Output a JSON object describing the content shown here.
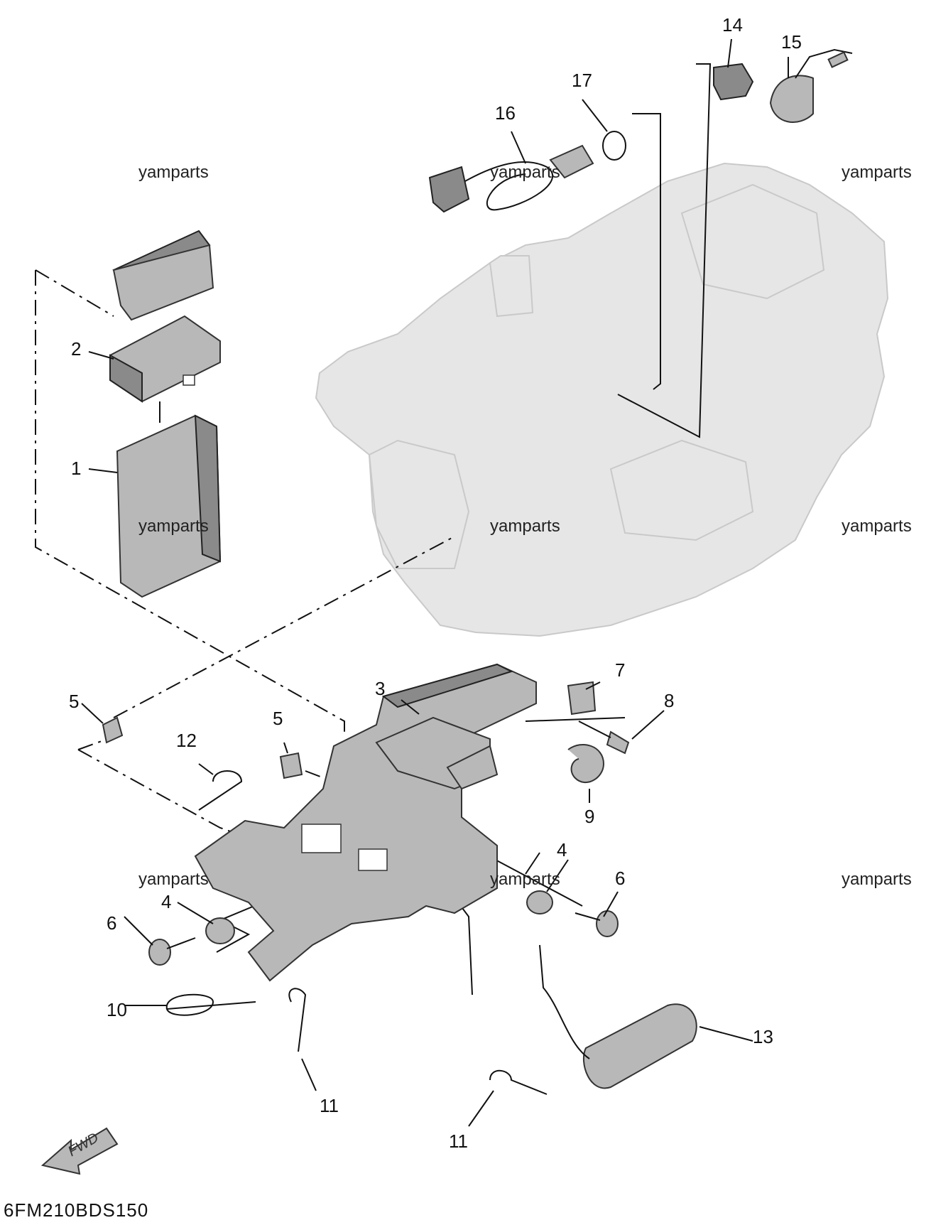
{
  "diagram": {
    "watermark": "yamparts",
    "diagram_code": "6FM210BDS150",
    "direction_label": "FWD",
    "callouts": [
      "1",
      "2",
      "3",
      "4",
      "4",
      "5",
      "5",
      "6",
      "6",
      "7",
      "8",
      "9",
      "10",
      "11",
      "11",
      "12",
      "13",
      "14",
      "15",
      "16",
      "17"
    ]
  }
}
